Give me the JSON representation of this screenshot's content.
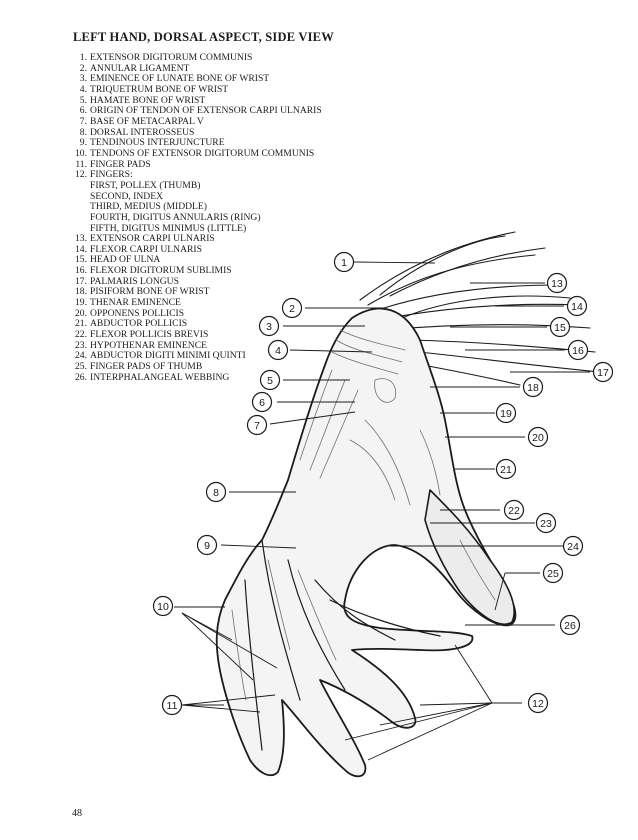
{
  "page": {
    "title": "LEFT HAND, DORSAL ASPECT, SIDE VIEW",
    "page_number": "48"
  },
  "legend": [
    {
      "num": "1.",
      "text": "EXTENSOR DIGITORUM COMMUNIS"
    },
    {
      "num": "2.",
      "text": "ANNULAR LIGAMENT"
    },
    {
      "num": "3.",
      "text": "EMINENCE OF LUNATE BONE OF WRIST"
    },
    {
      "num": "4.",
      "text": "TRIQUETRUM BONE OF WRIST"
    },
    {
      "num": "5.",
      "text": "HAMATE BONE OF WRIST"
    },
    {
      "num": "6.",
      "text": "ORIGIN OF TENDON OF EXTENSOR CARPI ULNARIS"
    },
    {
      "num": "7.",
      "text": "BASE OF METACARPAL V"
    },
    {
      "num": "8.",
      "text": "DORSAL INTEROSSEUS"
    },
    {
      "num": "9.",
      "text": "TENDINOUS INTERJUNCTURE"
    },
    {
      "num": "10.",
      "text": "TENDONS OF EXTENSOR DIGITORUM COMMUNIS"
    },
    {
      "num": "11.",
      "text": "FINGER PADS"
    },
    {
      "num": "12.",
      "text": "FINGERS:"
    },
    {
      "num": "",
      "text": "FIRST, POLLEX (THUMB)"
    },
    {
      "num": "",
      "text": "SECOND, INDEX"
    },
    {
      "num": "",
      "text": "THIRD, MEDIUS (MIDDLE)"
    },
    {
      "num": "",
      "text": "FOURTH, DIGITUS ANNULARIS (RING)"
    },
    {
      "num": "",
      "text": "FIFTH, DIGITUS MINIMUS (LITTLE)"
    },
    {
      "num": "13.",
      "text": "EXTENSOR CARPI ULNARIS"
    },
    {
      "num": "14.",
      "text": "FLEXOR CARPI ULNARIS"
    },
    {
      "num": "15.",
      "text": "HEAD OF ULNA"
    },
    {
      "num": "16.",
      "text": "FLEXOR DIGITORUM SUBLIMIS"
    },
    {
      "num": "17.",
      "text": "PALMARIS LONGUS"
    },
    {
      "num": "18.",
      "text": "PISIFORM BONE OF WRIST"
    },
    {
      "num": "19.",
      "text": "THENAR EMINENCE"
    },
    {
      "num": "20.",
      "text": "OPPONENS POLLICIS"
    },
    {
      "num": "21.",
      "text": "ABDUCTOR POLLICIS"
    },
    {
      "num": "22.",
      "text": "FLEXOR POLLICIS BREVIS"
    },
    {
      "num": "23.",
      "text": "HYPOTHENAR EMINENCE"
    },
    {
      "num": "24.",
      "text": "ABDUCTOR DIGITI MINIMI QUINTI"
    },
    {
      "num": "25.",
      "text": "FINGER PADS OF THUMB"
    },
    {
      "num": "26.",
      "text": "INTERPHALANGEAL WEBBING"
    }
  ],
  "callouts": [
    "1",
    "2",
    "3",
    "4",
    "5",
    "6",
    "7",
    "8",
    "9",
    "10",
    "11",
    "12",
    "13",
    "14",
    "15",
    "16",
    "17",
    "18",
    "19",
    "20",
    "21",
    "22",
    "23",
    "24",
    "25",
    "26"
  ],
  "colors": {
    "ink": "#1b1b1b",
    "shade": "#6e6e6e",
    "paper": "#ffffff"
  }
}
